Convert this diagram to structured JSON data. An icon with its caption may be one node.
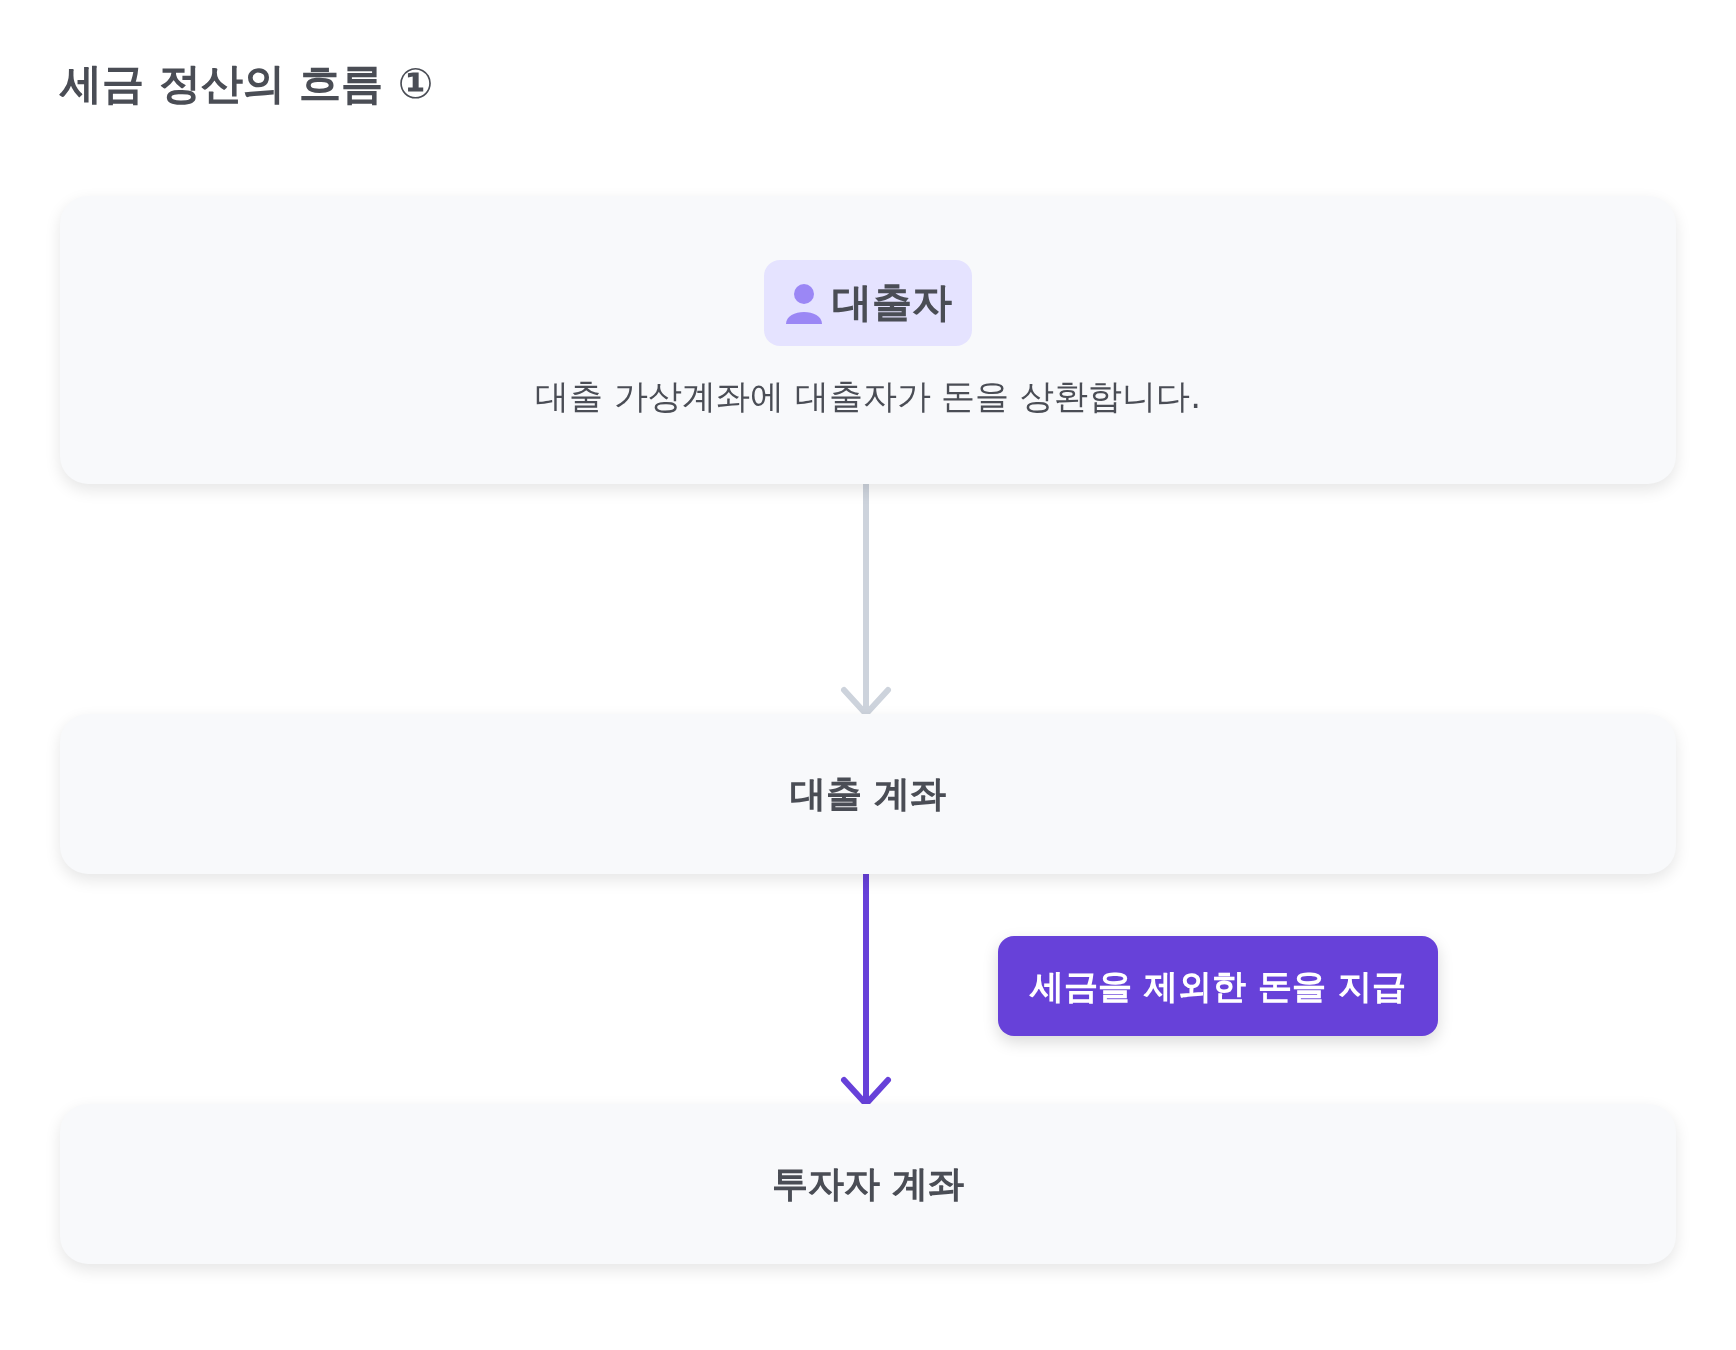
{
  "diagram": {
    "title": "세금 정산의 흐름 ①",
    "nodes": [
      {
        "text": [
          "대출자",
          "대출 가상계좌에 대출자가 돈을 상환합니다."
        ]
      },
      {
        "text": [
          "대출 계좌"
        ]
      },
      {
        "text": [
          "투자자 계좌"
        ]
      }
    ],
    "edges": [
      {
        "from": 0,
        "to": 1,
        "arrow": "to",
        "color": "#cdd3dc"
      },
      {
        "from": 1,
        "to": 2,
        "arrow": "to",
        "label": "세금을 제외한 돈을 지급",
        "color": "#6741d9"
      }
    ]
  }
}
